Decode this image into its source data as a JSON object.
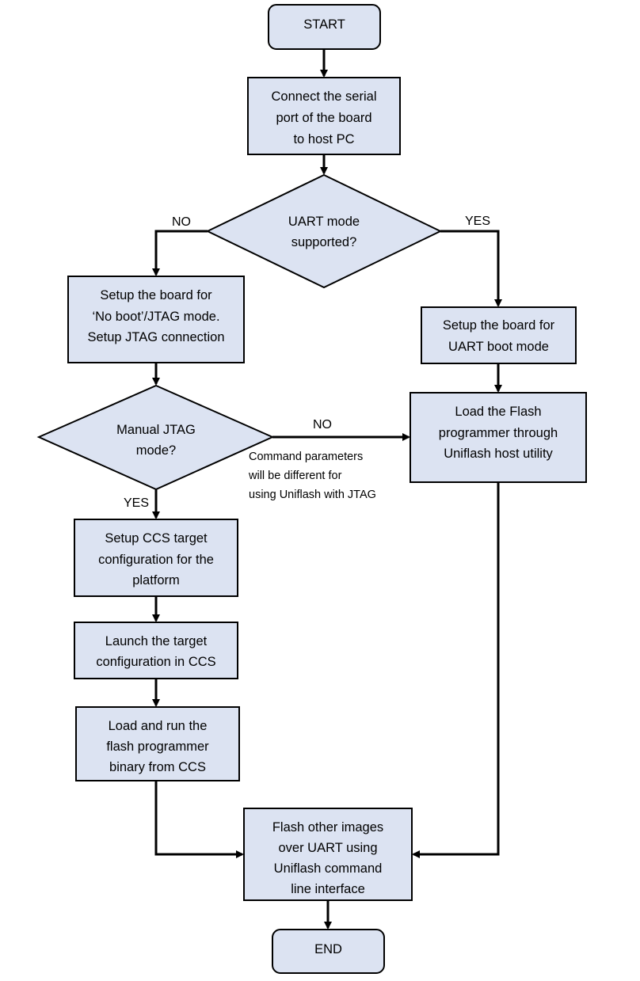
{
  "flowchart": {
    "start": "START",
    "connect_serial": [
      "Connect the serial",
      "port of the board",
      "to host PC"
    ],
    "uart_supported": [
      "UART mode",
      "supported?"
    ],
    "label_no_1": "NO",
    "label_yes_1": "YES",
    "setup_noboot": [
      "Setup the board for",
      "‘No boot’/JTAG mode.",
      "Setup JTAG connection"
    ],
    "setup_uart_boot": [
      "Setup the board for",
      "UART boot mode"
    ],
    "manual_jtag": [
      "Manual JTAG",
      "mode?"
    ],
    "label_no_2": "NO",
    "note": [
      "Command parameters",
      "will be different for",
      "using Uniflash with JTAG"
    ],
    "load_flash_programmer": [
      "Load the Flash",
      "programmer through",
      "Uniflash host utility"
    ],
    "label_yes_2": "YES",
    "setup_ccs": [
      "Setup CCS target",
      "configuration for the",
      "platform"
    ],
    "launch_target": [
      "Launch the target",
      "configuration in CCS"
    ],
    "load_run": [
      "Load and run the",
      "flash programmer",
      "binary from CCS"
    ],
    "flash_other": [
      "Flash other images",
      "over UART using",
      "Uniflash command",
      "line interface"
    ],
    "end": "END"
  },
  "colors": {
    "node_fill": "#dce3f2",
    "stroke": "#000000"
  }
}
